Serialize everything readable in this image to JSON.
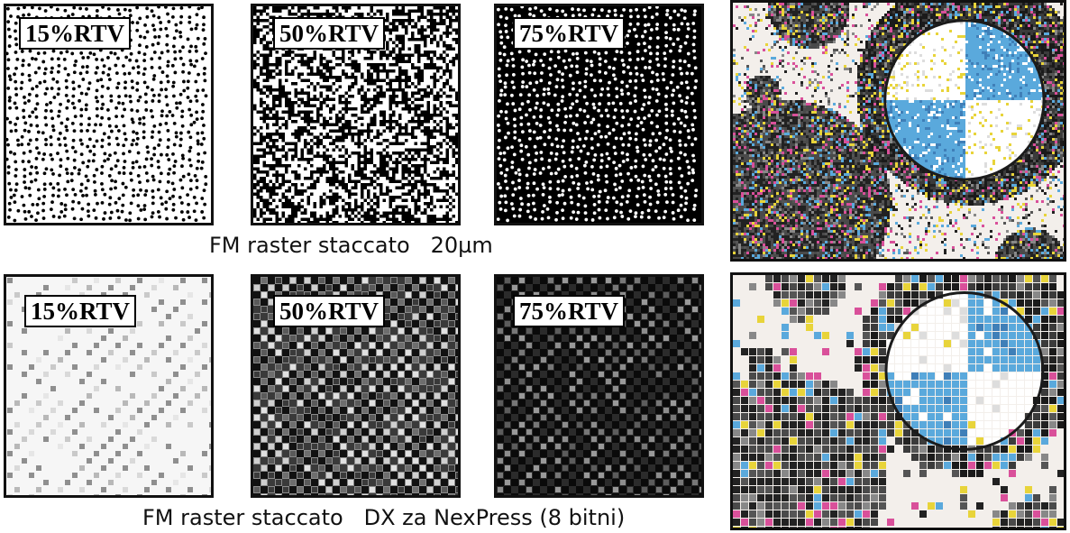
{
  "rows": [
    {
      "name": "fm-staccato-20um",
      "caption": "FM raster staccato   20µm",
      "panels": [
        {
          "label": "15%RTV",
          "coverage": 0.15
        },
        {
          "label": "50%RTV",
          "coverage": 0.5
        },
        {
          "label": "75%RTV",
          "coverage": 0.75
        }
      ]
    },
    {
      "name": "fm-staccato-dx-nexpress",
      "caption": "FM raster staccato   DX za NexPress (8 bitni)",
      "panels": [
        {
          "label": "15%RTV",
          "coverage": 0.15
        },
        {
          "label": "50%RTV",
          "coverage": 0.5
        },
        {
          "label": "75%RTV",
          "coverage": 0.75
        }
      ]
    }
  ],
  "photos": [
    {
      "name": "photo-fm-20um"
    },
    {
      "name": "photo-fm-dx-8bit"
    }
  ],
  "colors": {
    "ink": "#000000",
    "paper": "#ffffff",
    "cyan": "#5aa9dc",
    "magenta": "#d9509a",
    "yellow": "#e8d43a"
  }
}
